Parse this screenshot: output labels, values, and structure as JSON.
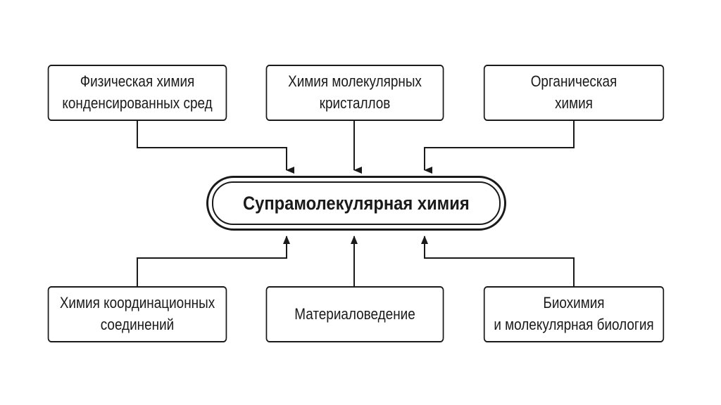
{
  "center": {
    "title": "Супрамолекулярная химия"
  },
  "top_boxes": [
    {
      "label": "Физическая химия\nконденсированных сред"
    },
    {
      "label": "Химия молекулярных\nкристаллов"
    },
    {
      "label": "Органическая\nхимия"
    }
  ],
  "bottom_boxes": [
    {
      "label": "Химия координационных\nсоединений"
    },
    {
      "label": "Материаловедение"
    },
    {
      "label": "Биохимия\nи молекулярная биология"
    }
  ]
}
